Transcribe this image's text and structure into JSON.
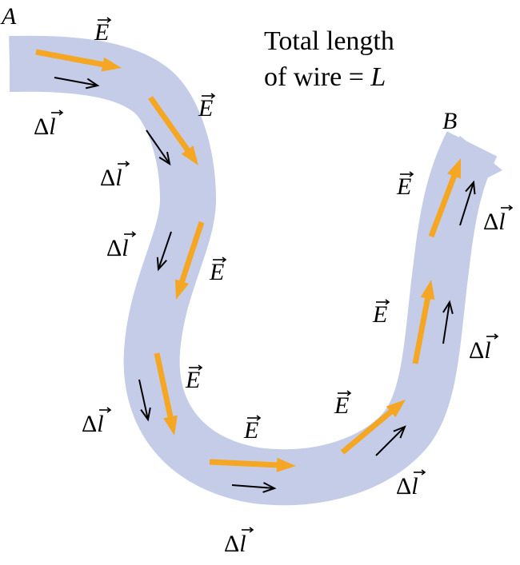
{
  "diagram": {
    "colors": {
      "wire": "#c5cce8",
      "electric_field": "#f5a623",
      "path_element": "#000000",
      "text": "#000000"
    },
    "endpoints": {
      "start": "A",
      "end": "B"
    },
    "note": {
      "line1": "Total length",
      "line2_prefix": "of wire = ",
      "line2_symbol": "L"
    },
    "vector_labels": {
      "electric_field": "E",
      "path_element_delta": "Δ",
      "path_element_symbol": "l"
    },
    "segments": [
      {
        "name": "segment-1"
      },
      {
        "name": "segment-2"
      },
      {
        "name": "segment-3"
      },
      {
        "name": "segment-4"
      },
      {
        "name": "segment-5"
      },
      {
        "name": "segment-6"
      },
      {
        "name": "segment-7"
      },
      {
        "name": "segment-8"
      }
    ]
  }
}
